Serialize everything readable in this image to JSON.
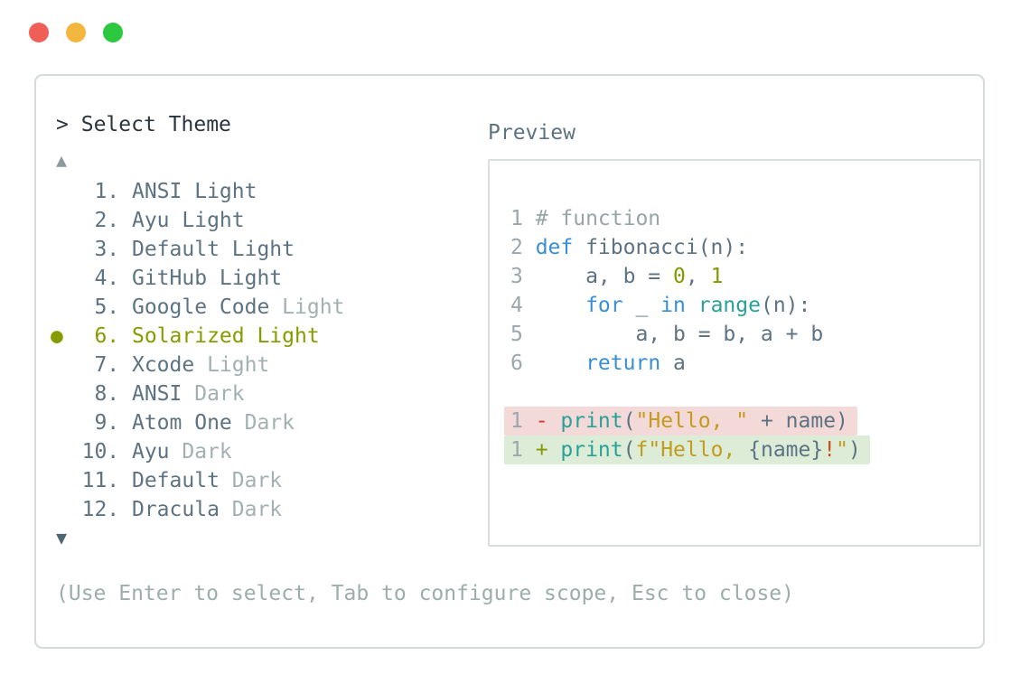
{
  "window": {
    "traffic_lights": [
      {
        "name": "close",
        "color": "#ef5f57"
      },
      {
        "name": "minimize",
        "color": "#f3b63e"
      },
      {
        "name": "maximize",
        "color": "#2bc840"
      }
    ]
  },
  "theme_picker": {
    "prompt_caret": ">",
    "title": "Select Theme",
    "up_arrow": "▲",
    "down_arrow": "▼",
    "selected_bullet": "●",
    "items": [
      {
        "number": "1.",
        "name": "ANSI",
        "variant": "Light",
        "dim_variant": false,
        "selected": false
      },
      {
        "number": "2.",
        "name": "Ayu",
        "variant": "Light",
        "dim_variant": false,
        "selected": false
      },
      {
        "number": "3.",
        "name": "Default",
        "variant": "Light",
        "dim_variant": false,
        "selected": false
      },
      {
        "number": "4.",
        "name": "GitHub",
        "variant": "Light",
        "dim_variant": false,
        "selected": false
      },
      {
        "number": "5.",
        "name": "Google Code",
        "variant": "Light",
        "dim_variant": true,
        "selected": false
      },
      {
        "number": "6.",
        "name": "Solarized",
        "variant": "Light",
        "dim_variant": false,
        "selected": true
      },
      {
        "number": "7.",
        "name": "Xcode",
        "variant": "Light",
        "dim_variant": true,
        "selected": false
      },
      {
        "number": "8.",
        "name": "ANSI",
        "variant": "Dark",
        "dim_variant": true,
        "selected": false
      },
      {
        "number": "9.",
        "name": "Atom One",
        "variant": "Dark",
        "dim_variant": true,
        "selected": false
      },
      {
        "number": "10.",
        "name": "Ayu",
        "variant": "Dark",
        "dim_variant": true,
        "selected": false
      },
      {
        "number": "11.",
        "name": "Default",
        "variant": "Dark",
        "dim_variant": true,
        "selected": false
      },
      {
        "number": "12.",
        "name": "Dracula",
        "variant": "Dark",
        "dim_variant": true,
        "selected": false
      }
    ],
    "footer_hint": "(Use Enter to select, Tab to configure scope, Esc to close)"
  },
  "preview": {
    "label": "Preview",
    "code_lines": [
      {
        "num": "1",
        "tokens": [
          {
            "t": "# function",
            "c": "comment"
          }
        ]
      },
      {
        "num": "2",
        "tokens": [
          {
            "t": "def",
            "c": "keyword"
          },
          {
            "t": " fibonacci(n):",
            "c": "default"
          }
        ]
      },
      {
        "num": "3",
        "tokens": [
          {
            "t": "    a, b = ",
            "c": "default"
          },
          {
            "t": "0",
            "c": "number"
          },
          {
            "t": ", ",
            "c": "default"
          },
          {
            "t": "1",
            "c": "number"
          }
        ]
      },
      {
        "num": "4",
        "tokens": [
          {
            "t": "    ",
            "c": "default"
          },
          {
            "t": "for",
            "c": "keyword"
          },
          {
            "t": " _ ",
            "c": "default"
          },
          {
            "t": "in",
            "c": "keyword"
          },
          {
            "t": " ",
            "c": "default"
          },
          {
            "t": "range",
            "c": "builtin"
          },
          {
            "t": "(n):",
            "c": "default"
          }
        ]
      },
      {
        "num": "5",
        "tokens": [
          {
            "t": "        a, b = b, a + b",
            "c": "default"
          }
        ]
      },
      {
        "num": "6",
        "tokens": [
          {
            "t": "    ",
            "c": "default"
          },
          {
            "t": "return",
            "c": "keyword"
          },
          {
            "t": " a",
            "c": "default"
          }
        ]
      }
    ],
    "diff_lines": [
      {
        "num": "1",
        "type": "removed",
        "tokens": [
          {
            "t": "- ",
            "c": "minus"
          },
          {
            "t": "print",
            "c": "builtin"
          },
          {
            "t": "(",
            "c": "default"
          },
          {
            "t": "\"Hello, \"",
            "c": "string"
          },
          {
            "t": " + name)",
            "c": "default"
          }
        ]
      },
      {
        "num": "1",
        "type": "added",
        "tokens": [
          {
            "t": "+ ",
            "c": "plus"
          },
          {
            "t": "print",
            "c": "builtin"
          },
          {
            "t": "(",
            "c": "default"
          },
          {
            "t": "f\"Hello, ",
            "c": "string"
          },
          {
            "t": "{name}",
            "c": "default"
          },
          {
            "t": "!",
            "c": "orange"
          },
          {
            "t": "\"",
            "c": "string"
          },
          {
            "t": ")",
            "c": "default"
          }
        ]
      }
    ]
  },
  "colors": {
    "traffic_red": "#ef5f57",
    "traffic_yellow": "#f3b63e",
    "traffic_green": "#2bc840",
    "border_gray": "#d4d9da",
    "preview_border": "#dadddd",
    "text_primary": "#2b353d",
    "text_slate": "#5d7381",
    "text_dim": "#a3b0b2",
    "accent_selected": "#879b00",
    "footer_gray": "#9dadab",
    "arrow_up_gray": "#8b99a3",
    "arrow_down_slate": "#4e6673",
    "line_number_gray": "#9aa7ad",
    "comment_gray": "#98a5a6",
    "keyword_blue": "#3a8ed6",
    "builtin_teal": "#2aa198",
    "number_olive": "#859900",
    "string_yellow": "#c39b1d",
    "orange": "#cb4b16",
    "diff_minus_red": "#dc322f",
    "diff_plus_green": "#859900",
    "diff_removed_bg": "#f3d9d8",
    "diff_added_bg": "#dcecd7"
  }
}
